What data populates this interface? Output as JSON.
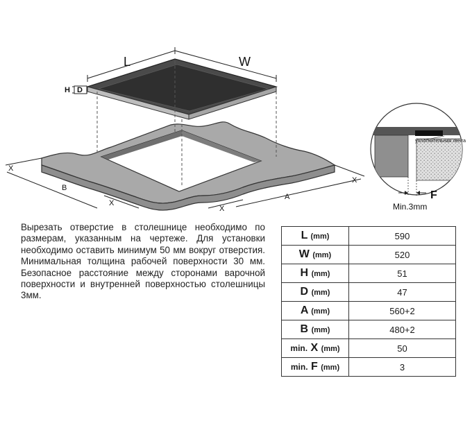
{
  "diagram": {
    "labels": {
      "L": "L",
      "W": "W",
      "H": "H",
      "D": "D",
      "X": "X",
      "A": "A",
      "B": "B",
      "F": "F",
      "seal_tape": "уплотнительная лента",
      "min_gap": "Min.3mm"
    }
  },
  "instructions": {
    "text": "Вырезать отверстие в столешнице необходимо по размерам, указанным на чертеже. Для установки необходимо оставить минимум 50 мм вокруг отверстия. Минимальная толщина рабочей поверхности 30 мм. Безопасное расстояние между сторонами варочной поверхности и внутренней поверхностью столешницы 3мм."
  },
  "spec_table": {
    "rows": [
      {
        "prefix": "",
        "param": "L",
        "unit": "(mm)",
        "value": "590"
      },
      {
        "prefix": "",
        "param": "W",
        "unit": "(mm)",
        "value": "520"
      },
      {
        "prefix": "",
        "param": "H",
        "unit": "(mm)",
        "value": "51"
      },
      {
        "prefix": "",
        "param": "D",
        "unit": "(mm)",
        "value": "47"
      },
      {
        "prefix": "",
        "param": "A",
        "unit": "(mm)",
        "value": "560+2"
      },
      {
        "prefix": "",
        "param": "B",
        "unit": "(mm)",
        "value": "480+2"
      },
      {
        "prefix": "min.",
        "param": "X",
        "unit": "(mm)",
        "value": "50"
      },
      {
        "prefix": "min.",
        "param": "F",
        "unit": "(mm)",
        "value": "3"
      }
    ]
  }
}
